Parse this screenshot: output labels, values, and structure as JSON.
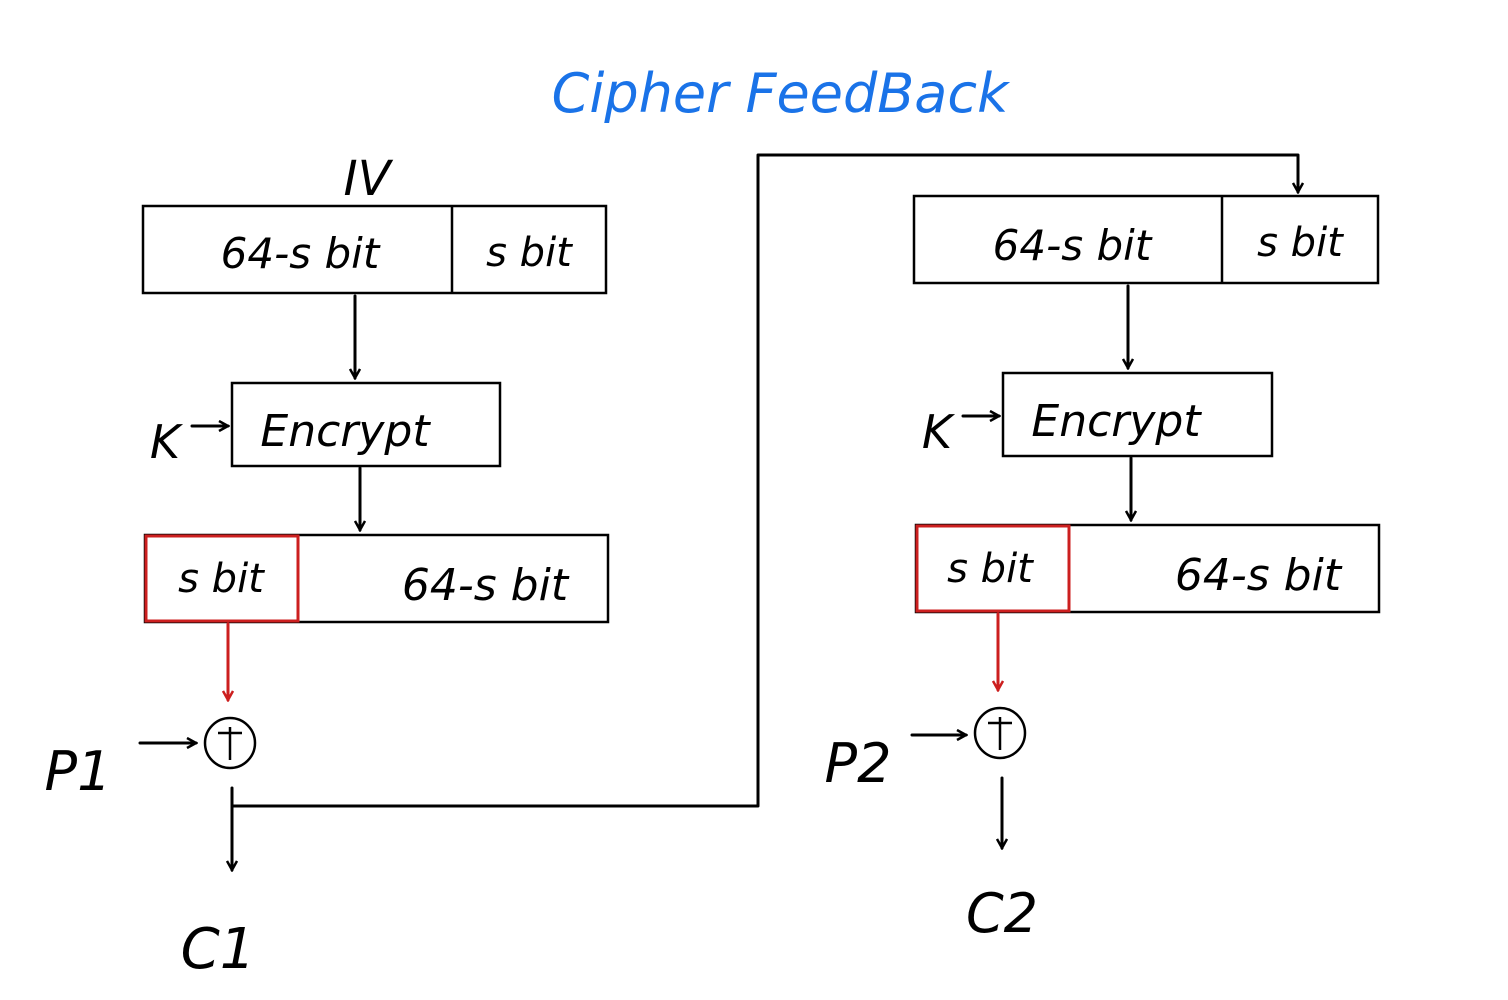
{
  "title": "Cipher FeedBack",
  "colors": {
    "title": "#1a73e8",
    "highlight": "#cc1f1f",
    "ink": "#000000"
  },
  "left": {
    "iv_label": "IV",
    "register_left": "64-s bit",
    "register_right": "s bit",
    "key_label": "K",
    "encrypt_label": "Encrypt",
    "output_left": "s bit",
    "output_right": "64-s bit",
    "plaintext_label": "P1",
    "xor_icon": "xor-circle",
    "ciphertext_label": "C1"
  },
  "right": {
    "register_left": "64-s bit",
    "register_right": "s bit",
    "key_label": "K",
    "encrypt_label": "Encrypt",
    "output_left": "s bit",
    "output_right": "64-s bit",
    "plaintext_label": "P2",
    "xor_icon": "xor-circle",
    "ciphertext_label": "C2"
  }
}
